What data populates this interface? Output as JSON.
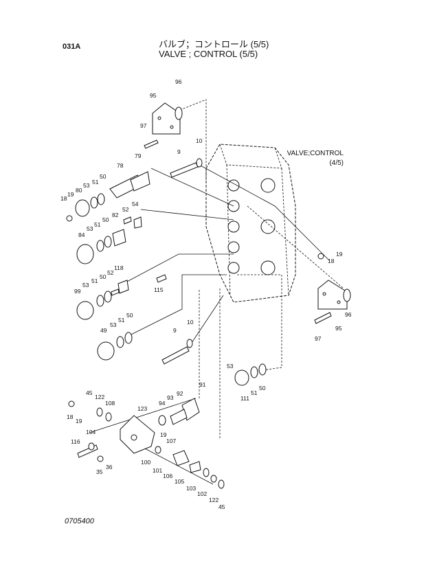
{
  "header": {
    "code": "031A",
    "title_jp": "バルブ；コントロール (5/5)",
    "title_en": "VALVE ; CONTROL (5/5)"
  },
  "reference": {
    "line1": "VALVE;CONTROL",
    "line2": "(4/5)"
  },
  "footer": "0705400",
  "parts": {
    "p95a": "95",
    "p96a": "96",
    "p97a": "97",
    "p9a": "9",
    "p10a": "10",
    "p78": "78",
    "p79": "79",
    "p18a": "18",
    "p19a": "19",
    "p80": "80",
    "p53a": "53",
    "p51a": "51",
    "p50a": "50",
    "p52a": "52",
    "p54": "54",
    "p84": "84",
    "p53b": "53",
    "p51b": "51",
    "p50b": "50",
    "p82": "82",
    "p19b": "19",
    "p18b": "18",
    "p118": "118",
    "p115": "115",
    "p99": "99",
    "p53c": "53",
    "p51c": "51",
    "p50c": "50",
    "p52b": "52",
    "p96b": "96",
    "p95b": "95",
    "p97b": "97",
    "p49": "49",
    "p53d": "53",
    "p51d": "51",
    "p50d": "50",
    "p9b": "9",
    "p10b": "10",
    "p53e": "53",
    "p111": "111",
    "p51e": "51",
    "p50e": "50",
    "p91": "91",
    "p92": "92",
    "p93": "93",
    "p94": "94",
    "p45a": "45",
    "p122a": "122",
    "p108": "108",
    "p18c": "18",
    "p19c": "19",
    "p123": "123",
    "p116": "116",
    "p104": "104",
    "p35": "35",
    "p36": "36",
    "p19d": "19",
    "p107": "107",
    "p100": "100",
    "p101": "101",
    "p106": "106",
    "p105": "105",
    "p103": "103",
    "p102": "102",
    "p122b": "122",
    "p45b": "45"
  }
}
